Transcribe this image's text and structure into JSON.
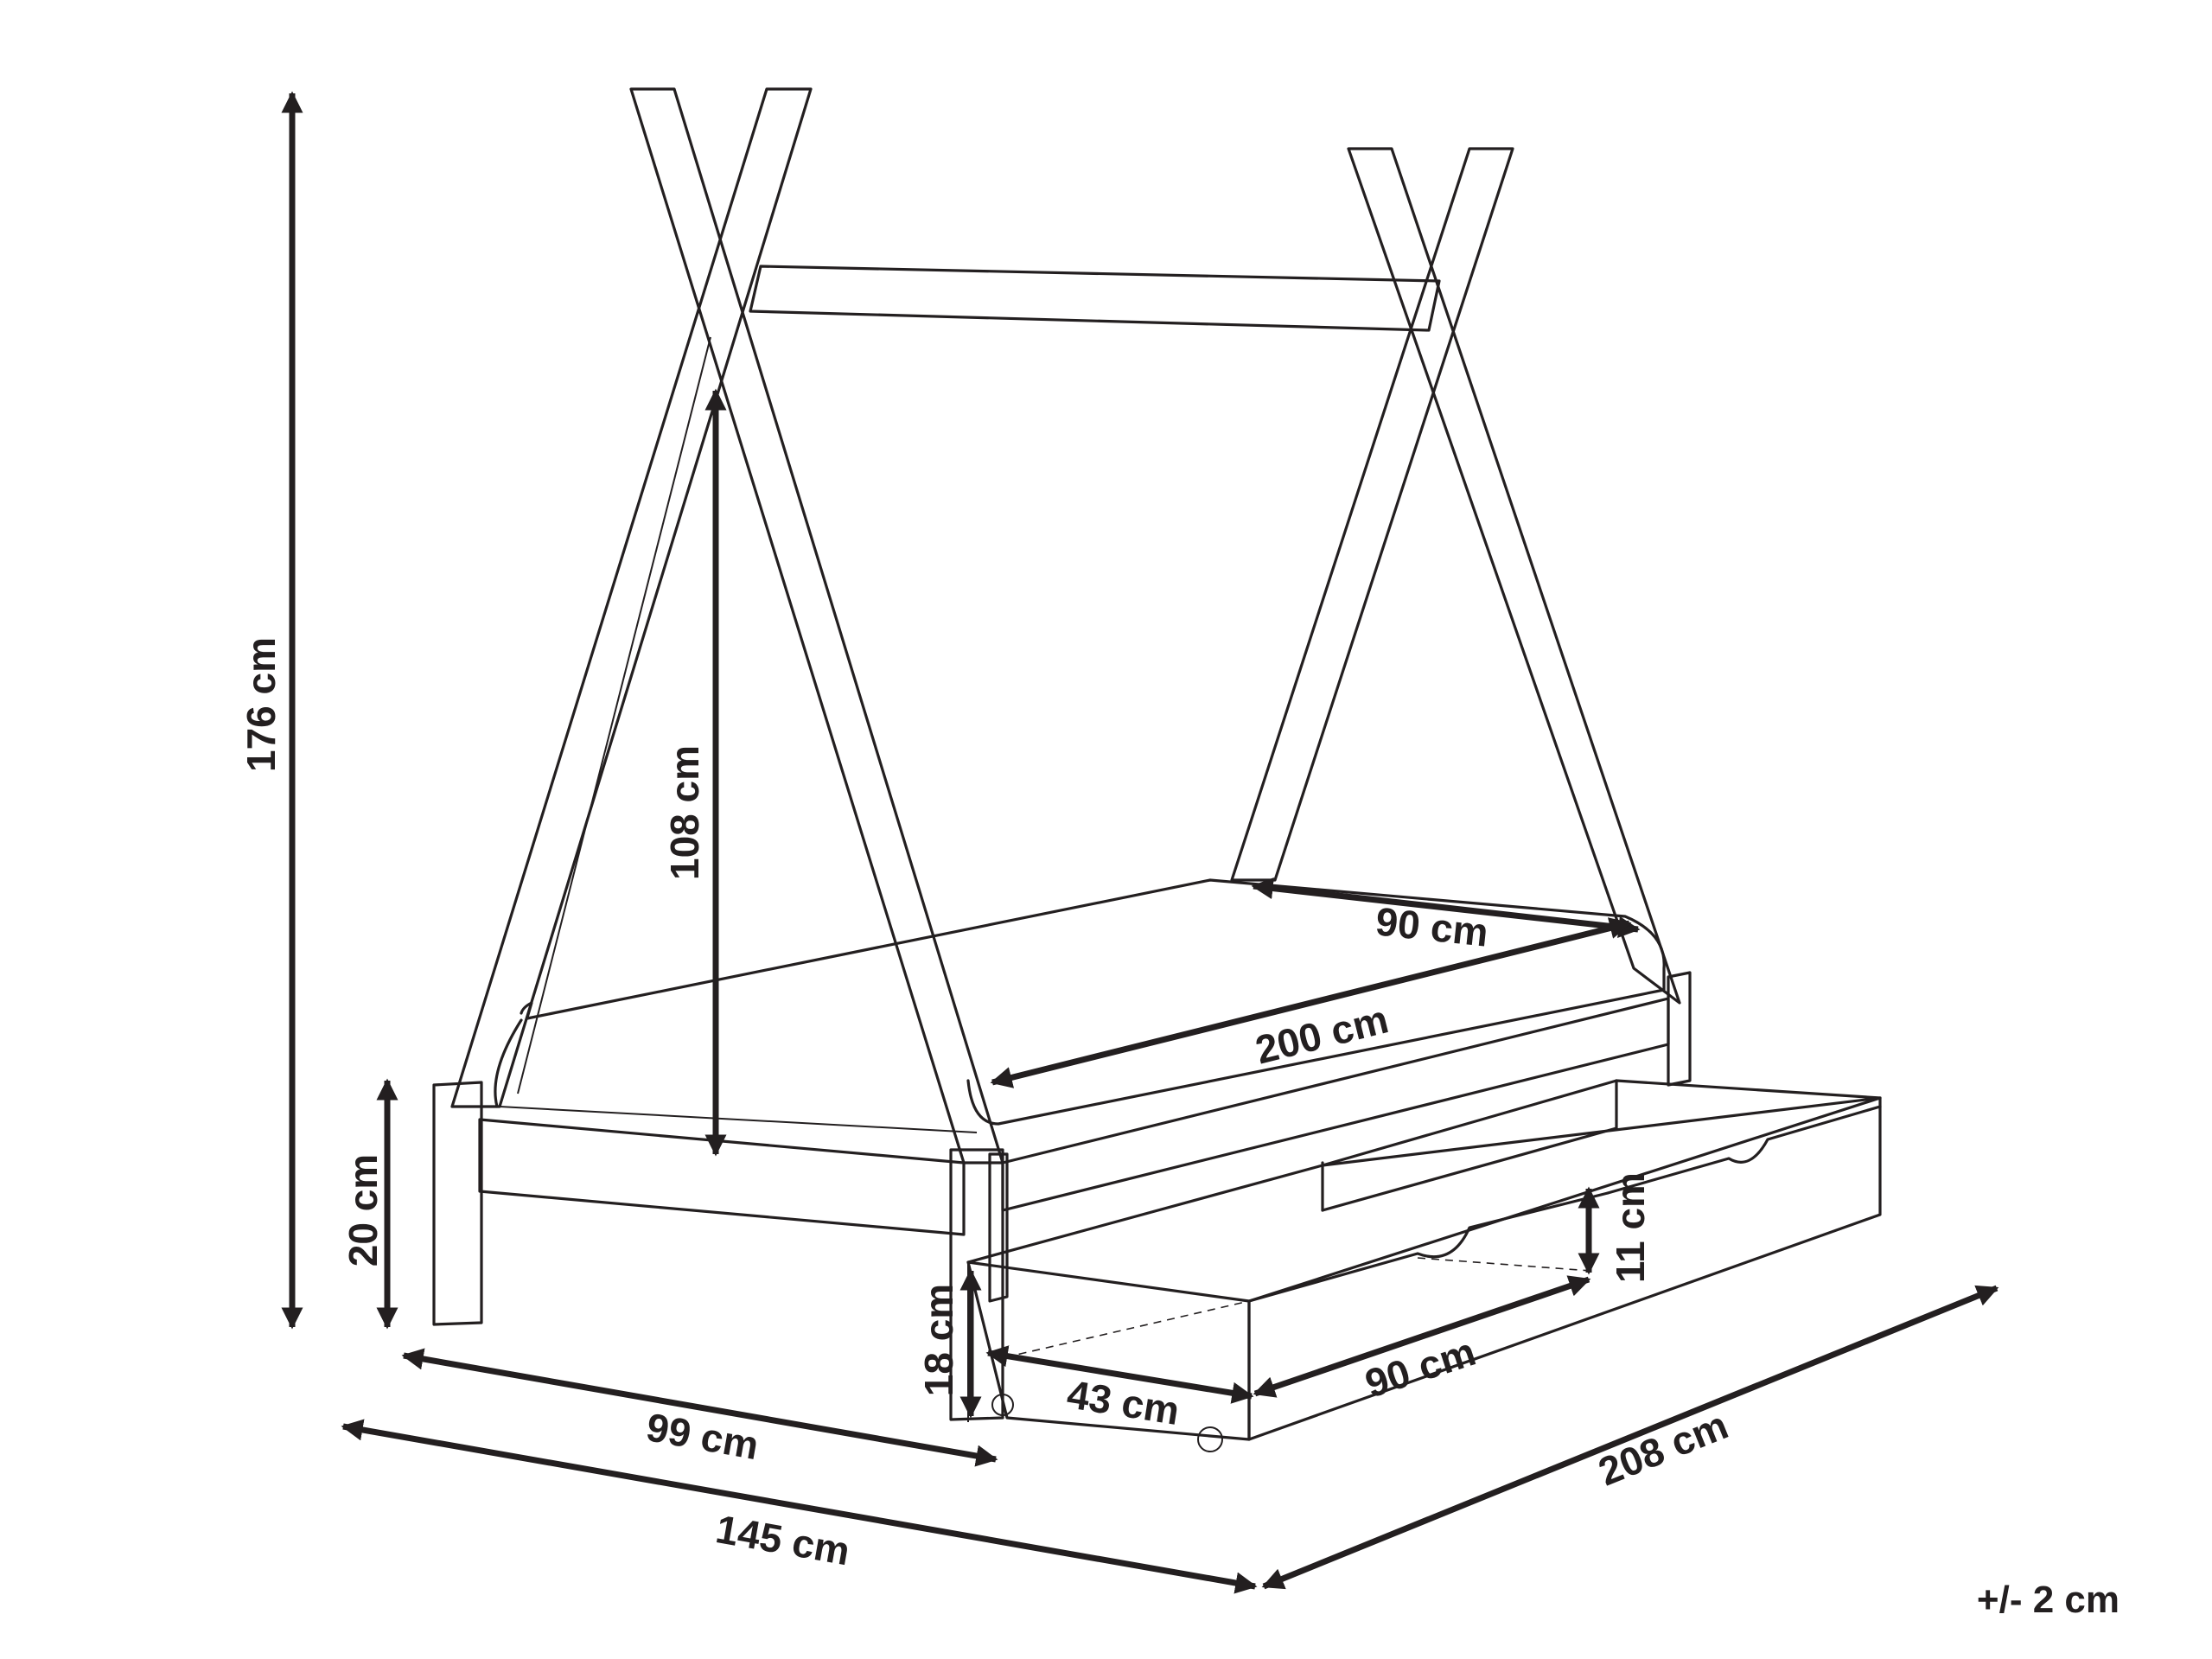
{
  "dimensions": {
    "total_height": "176 cm",
    "inner_height": "108 cm",
    "leg_height": "20 cm",
    "mattress_width": "90 cm",
    "mattress_length": "200 cm",
    "drawer_height": "18 cm",
    "drawer_inner_height": "11 cm",
    "drawer_width": "90 cm",
    "drawer_depth": "43 cm",
    "inner_width": "99 cm",
    "total_width": "145 cm",
    "total_length": "208 cm"
  },
  "tolerance": "+/- 2 cm",
  "colors": {
    "line": "#231f20",
    "background": "#ffffff"
  }
}
